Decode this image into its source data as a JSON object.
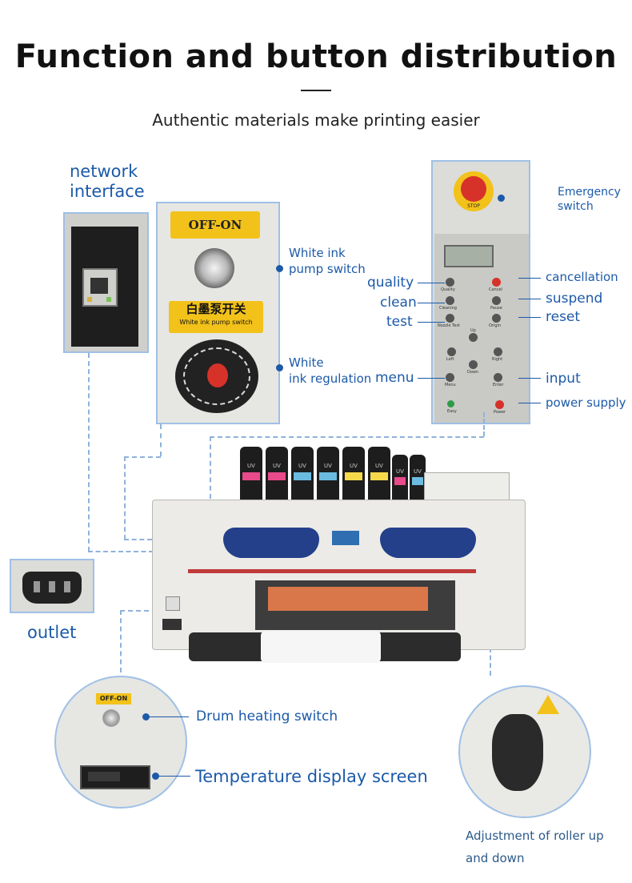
{
  "header": {
    "title": "Function and button distribution",
    "subtitle": "Authentic materials make printing easier"
  },
  "labels": {
    "network_interface": "network\ninterface",
    "off_on": "OFF-ON",
    "white_ink_pump_switch": "White ink\npump switch",
    "white_ink_sign_cn": "白墨泵开关",
    "white_ink_sign_en": "White ink pump switch",
    "white_ink_regulation": "White\nink regulation",
    "emergency_switch": "Emergency\nswitch",
    "quality": "quality",
    "clean": "clean",
    "test": "test",
    "menu": "menu",
    "cancellation": "cancellation",
    "suspend": "suspend",
    "reset": "reset",
    "input": "input",
    "power_supply": "power supply",
    "outlet": "outlet",
    "drum_heating_switch": "Drum heating switch",
    "temperature_display_screen": "Temperature display screen",
    "roller_adjust": "Adjustment of roller up\nand down",
    "drum_off_on": "OFF-ON",
    "stop": "STOP"
  },
  "panel_buttons": {
    "quality": "Quality",
    "cleaning": "Cleaning",
    "nozzle": "Nozzle Test",
    "cancel": "Cancel",
    "pause": "Pause",
    "origin": "Origin",
    "up": "Up",
    "left": "Left",
    "right": "Right",
    "down": "Down",
    "menu": "Menu",
    "enter": "Enter",
    "easy": "Easy",
    "power": "Power"
  },
  "bottles": [
    "UV",
    "UV",
    "UV",
    "UV",
    "UV",
    "UV",
    "UV",
    "UV"
  ],
  "colors": {
    "accent": "#1c5aa8",
    "dash": "#8fb2dc",
    "stop_red": "#d6322a",
    "sign_yellow": "#f2c21a"
  }
}
